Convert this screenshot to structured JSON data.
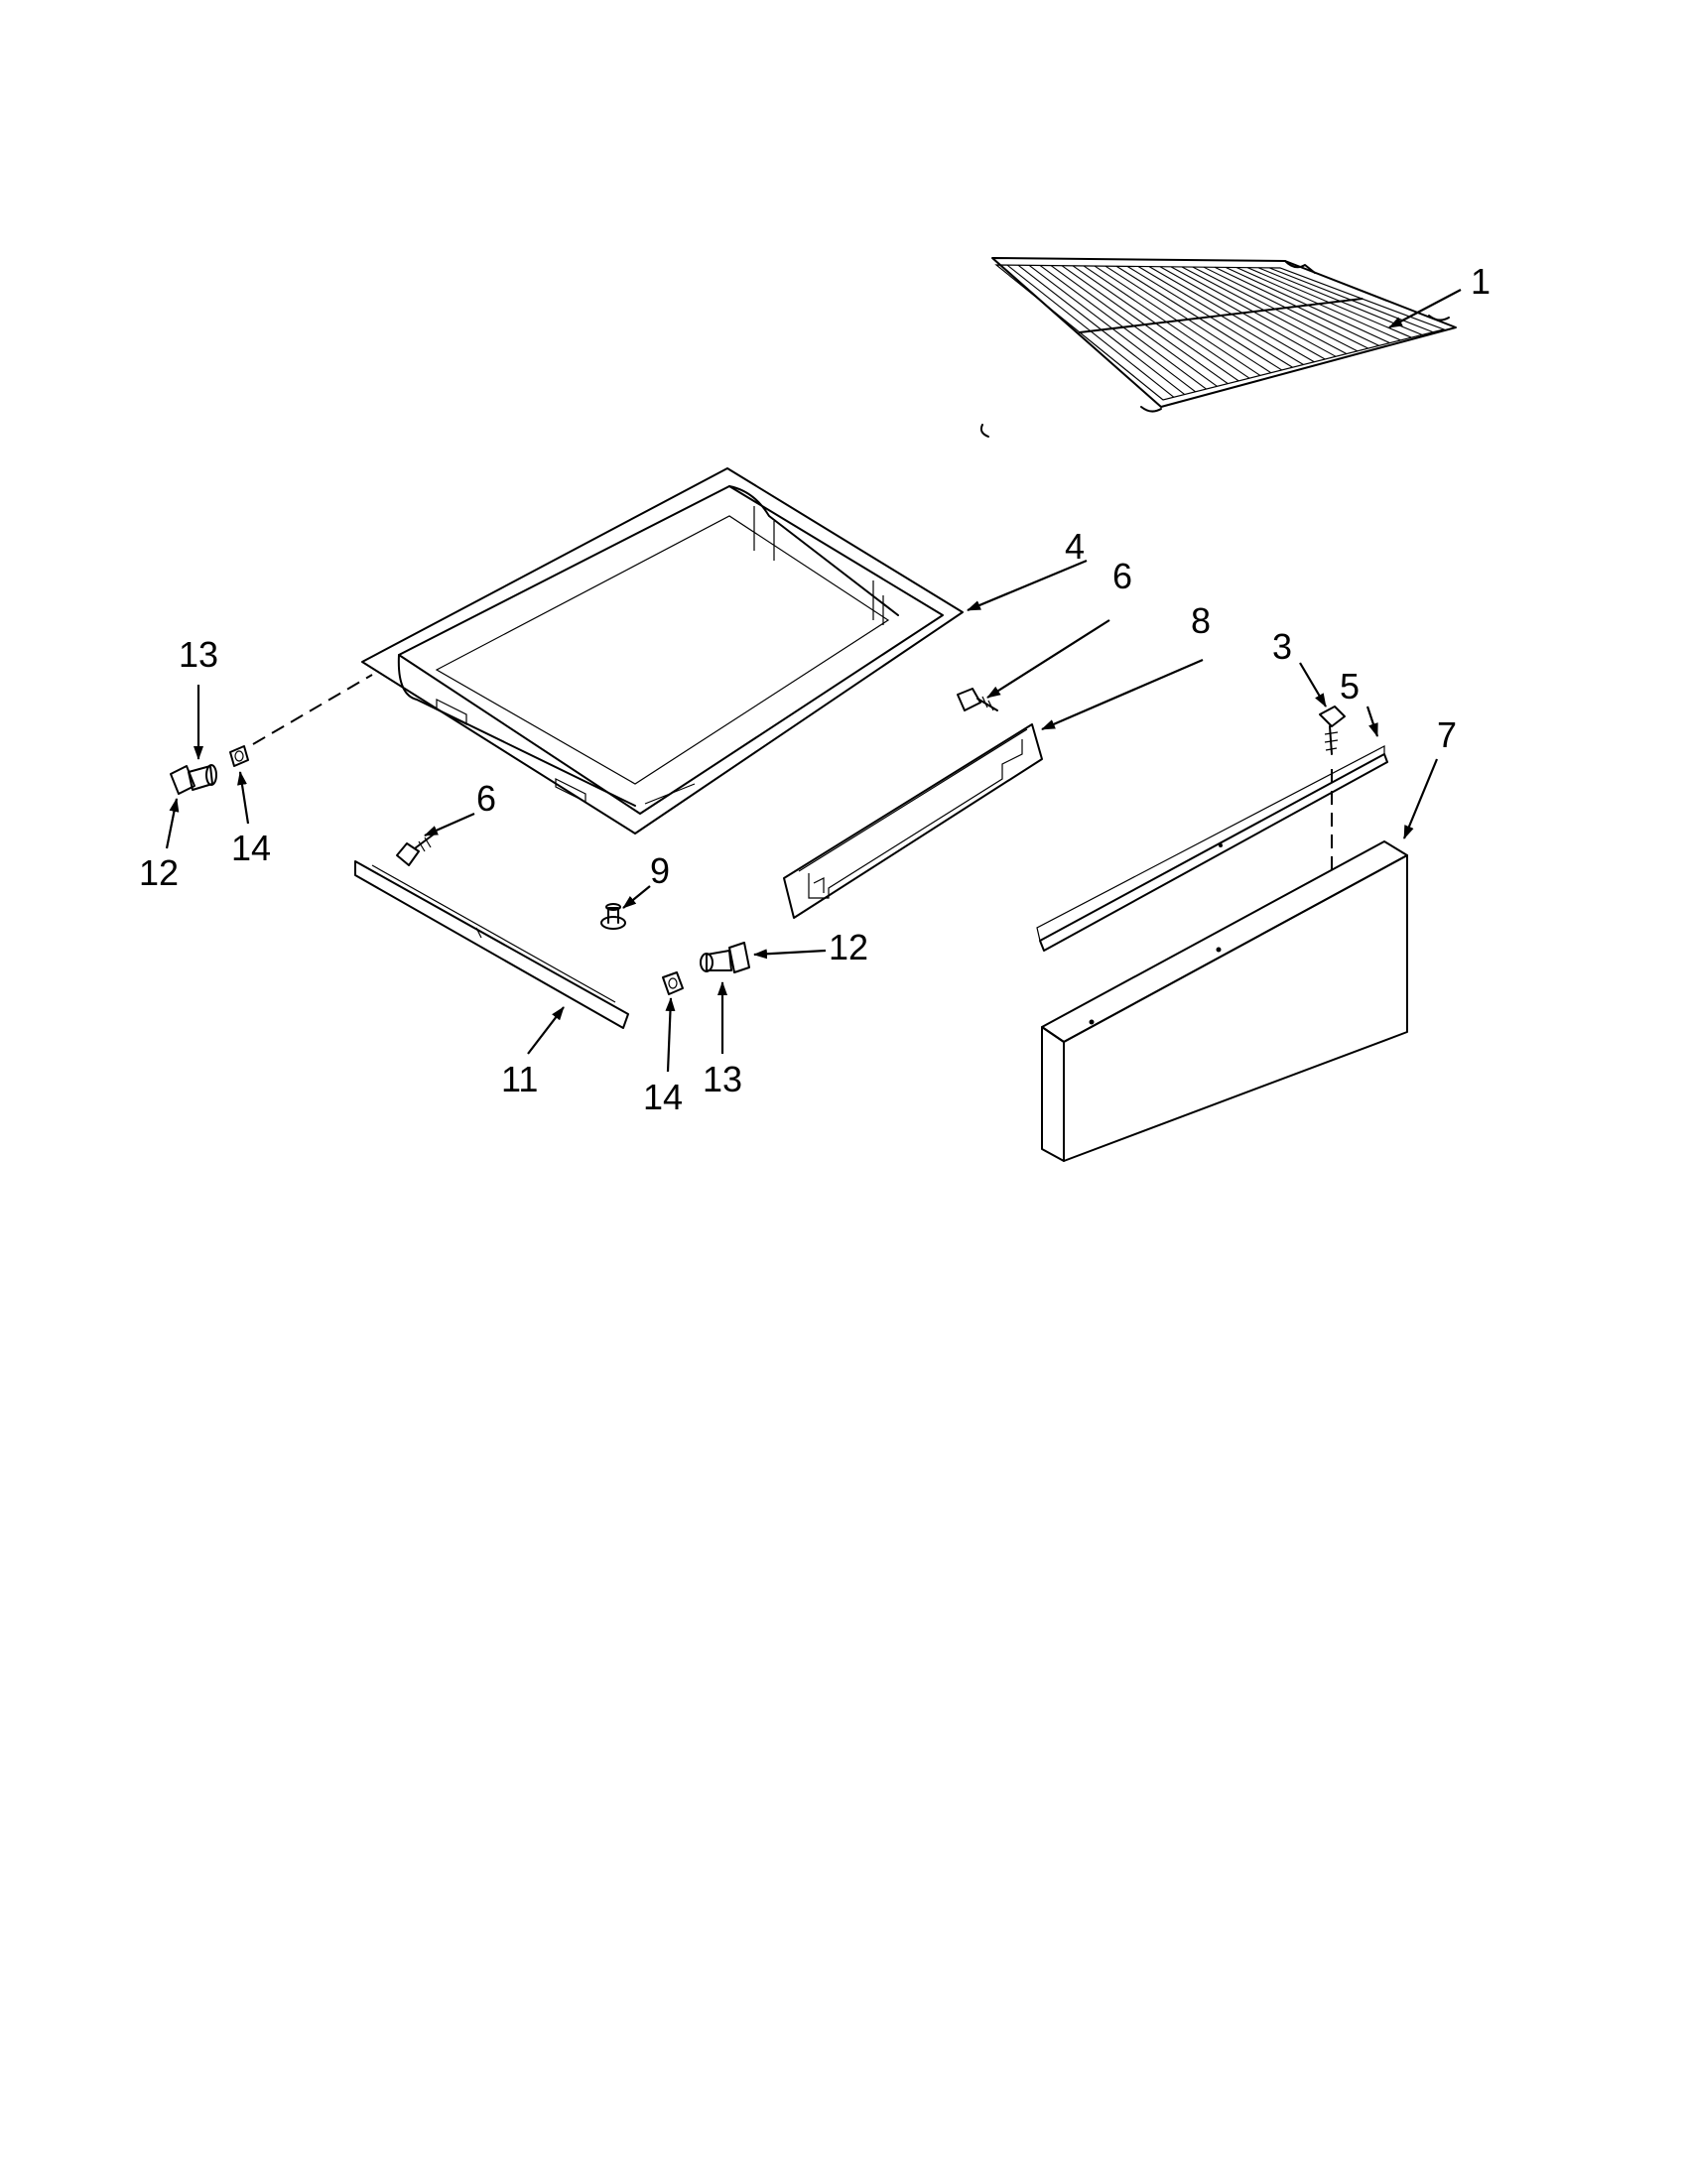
{
  "diagram": {
    "colors": {
      "ink": "#000000",
      "background": "#ffffff"
    },
    "callouts": {
      "c1": "1",
      "c3": "3",
      "c4": "4",
      "c5": "5",
      "c6a": "6",
      "c6b": "6",
      "c7": "7",
      "c8": "8",
      "c9": "9",
      "c11": "11",
      "c12a": "12",
      "c12b": "12",
      "c13a": "13",
      "c13b": "13",
      "c14a": "14",
      "c14b": "14"
    }
  }
}
